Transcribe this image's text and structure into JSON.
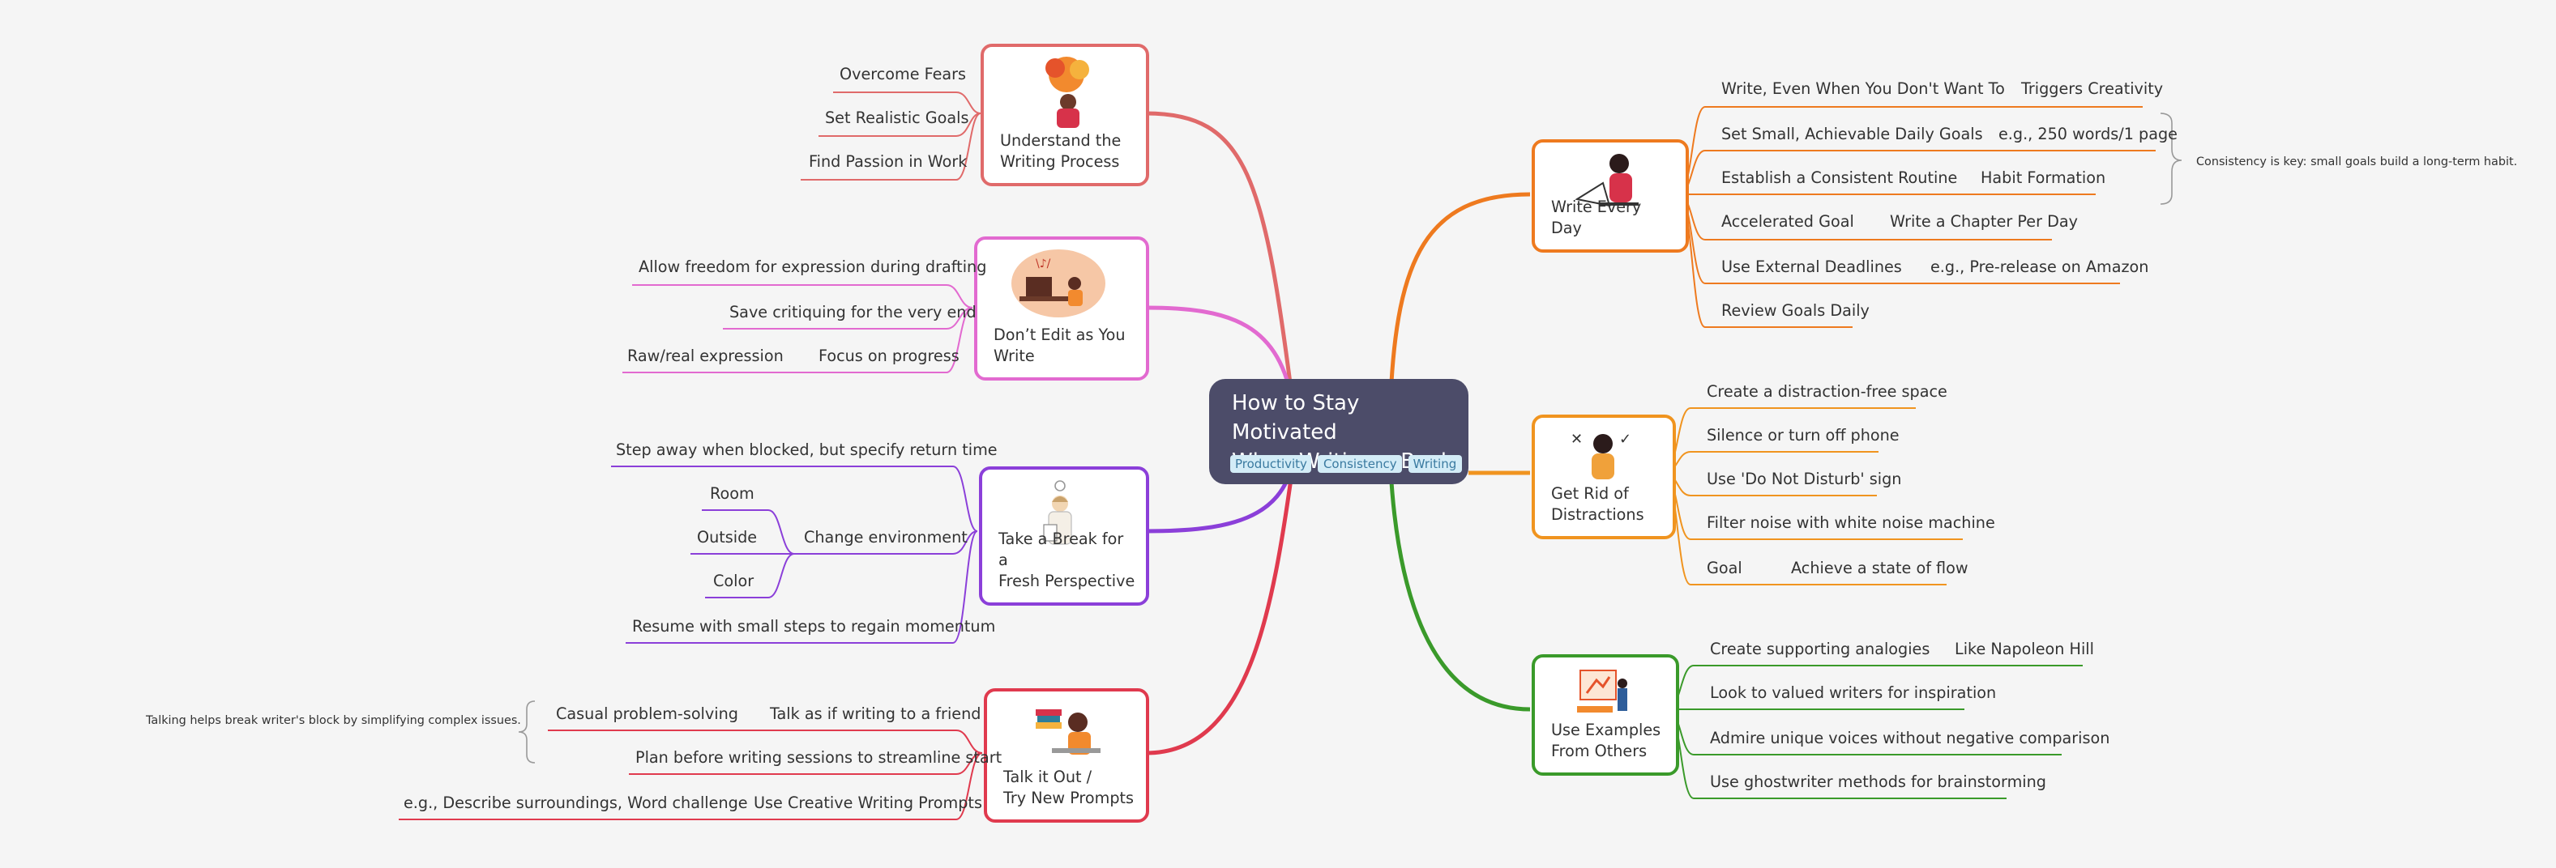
{
  "central": {
    "title": "How to Stay Motivated\nWhen Writing a Book",
    "tags": [
      "Productivity",
      "Consistency",
      "Writing"
    ]
  },
  "branches": {
    "understand": {
      "label": "Understand the\nWriting Process",
      "color": "#e06a6a",
      "children": [
        "Overcome Fears",
        "Set Realistic Goals",
        "Find Passion in Work"
      ]
    },
    "dont_edit": {
      "label": "Don’t Edit as You\nWrite",
      "color": "#e26ad0",
      "children": [
        "Allow freedom for expression during drafting",
        "Save critiquing for the very end",
        "Focus on progress"
      ],
      "grandchild": "Raw/real expression"
    },
    "take_break": {
      "label": "Take a Break for a\nFresh Perspective",
      "color": "#8b3fd9",
      "children": [
        "Step away when blocked, but specify return time",
        "Change environment",
        "Resume with small steps to regain momentum"
      ],
      "environment": [
        "Room",
        "Outside",
        "Color"
      ]
    },
    "talk_out": {
      "label": "Talk it Out /\nTry New Prompts",
      "color": "#e03a4e",
      "children": [
        "Talk as if writing to a friend",
        "Plan before writing sessions to streamline start",
        "Use Creative Writing Prompts"
      ],
      "friend_child": "Casual problem-solving",
      "friend_note": "Talking helps break writer's block by simplifying complex issues.",
      "prompt_child": "e.g., Describe surroundings, Word challenge"
    },
    "write_every_day": {
      "label": "Write Every Day",
      "color": "#ee7a1f",
      "children": [
        "Write, Even When You Don't Want To",
        "Set Small, Achievable Daily Goals",
        "Establish a Consistent Routine",
        "Accelerated Goal",
        "Use External Deadlines",
        "Review Goals Daily"
      ],
      "details": [
        "Triggers Creativity",
        "e.g., 250 words/1 page",
        "Habit Formation",
        "Write a Chapter Per Day",
        "e.g., Pre-release on Amazon"
      ],
      "note": "Consistency is key: small goals build a long-term habit."
    },
    "distractions": {
      "label": "Get Rid of\nDistractions",
      "color": "#f0941f",
      "children": [
        "Create a distraction-free space",
        "Silence or turn off phone",
        "Use 'Do Not Disturb' sign",
        "Filter noise with white noise machine",
        "Goal"
      ],
      "goal_detail": "Achieve a state of flow"
    },
    "examples": {
      "label": "Use Examples\nFrom Others",
      "color": "#3a9a2a",
      "children": [
        "Create supporting analogies",
        "Look to valued writers for inspiration",
        "Admire unique voices without negative comparison",
        "Use ghostwriter methods for brainstorming"
      ],
      "analogy_detail": "Like Napoleon Hill"
    }
  }
}
